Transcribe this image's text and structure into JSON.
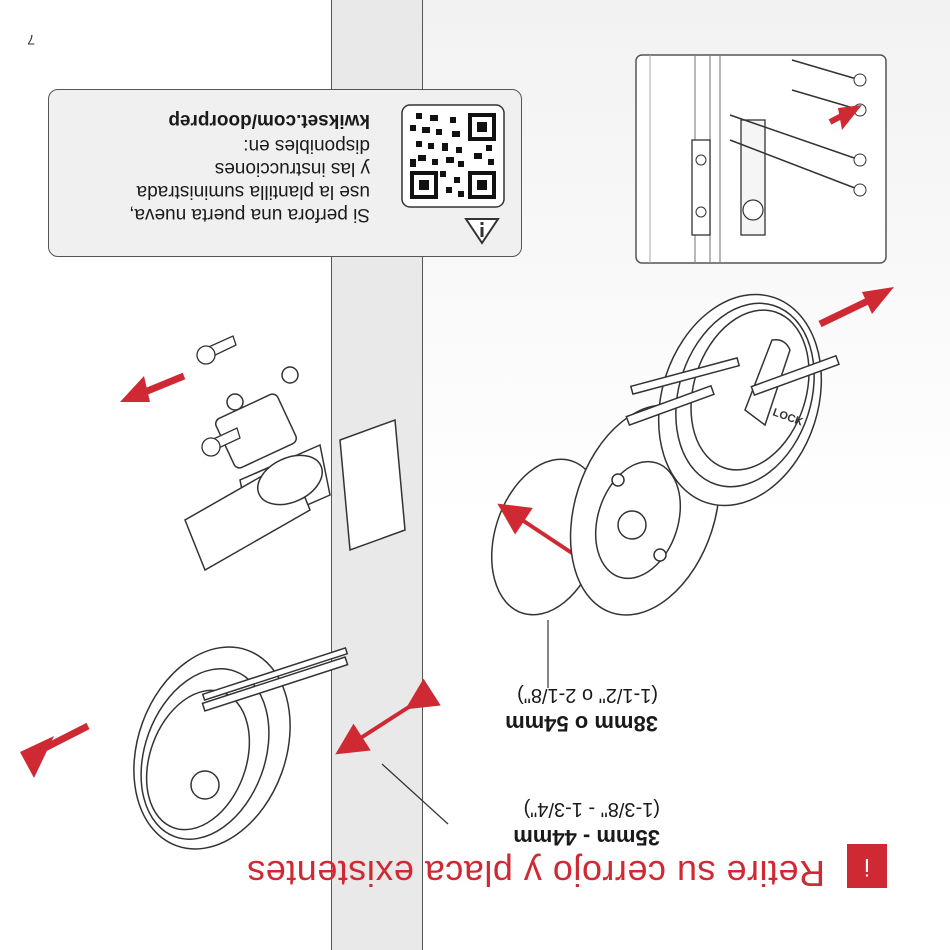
{
  "page_number": "7",
  "step": {
    "badge": "i",
    "title": "Retire su cerrojo y placa existentes"
  },
  "measurements": {
    "door_thickness": {
      "main": "35mm - 44mm",
      "sub": "(1-3/8\" - 1-3/4\")"
    },
    "bore_diameter": {
      "main": "38mm o 54mm",
      "sub": "(1-1/2\" o 2-1/8\")"
    }
  },
  "info": {
    "line1": "Si perfora una puerta nueva,",
    "line2": "use la plantilla suministrada",
    "line3": "y las instrucciones",
    "line4": "disponibles en:",
    "url": "kwikset.com/doorprep"
  },
  "part_labels": {
    "turnpiece": "LOCK"
  },
  "colors": {
    "accent_red": "#cf2a34",
    "door_band": "#e9e9e9",
    "info_box_bg": "#f0f0f0",
    "line": "#333333"
  },
  "icons": {
    "step": "step-number-badge",
    "info": "info-triangle-icon",
    "qr": "qr-code-icon",
    "arrows": "red-direction-arrow"
  }
}
